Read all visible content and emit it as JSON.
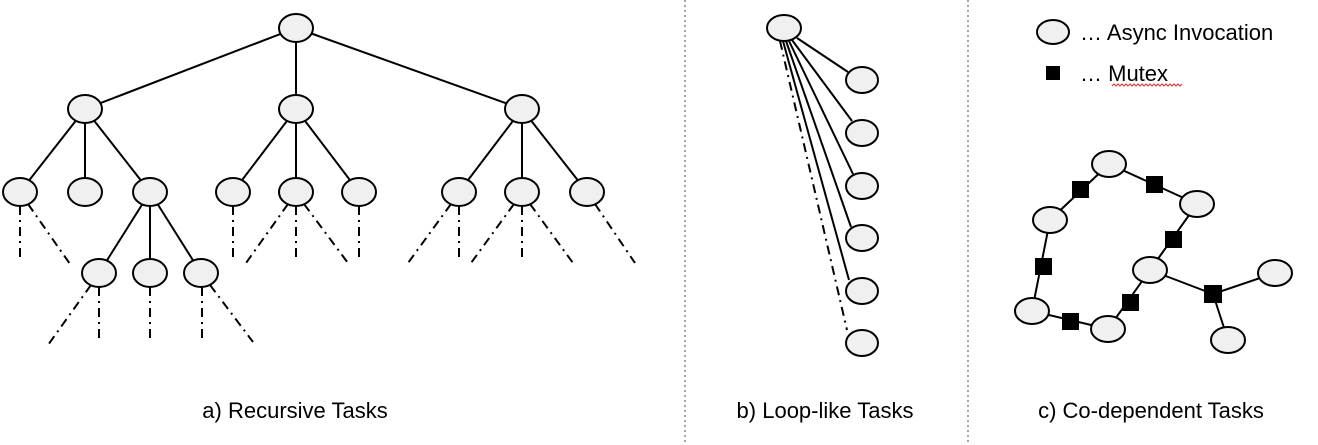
{
  "panels": {
    "a": {
      "caption": "a) Recursive Tasks"
    },
    "b": {
      "caption": "b) Loop-like Tasks"
    },
    "c": {
      "caption": "c) Co-dependent Tasks"
    }
  },
  "legend": {
    "items": [
      {
        "symbol": "ellipse",
        "label": "… Async Invocation"
      },
      {
        "symbol": "filled-square",
        "label": "… Mutex"
      }
    ]
  },
  "colors": {
    "node_fill": "#f0f0f0",
    "stroke": "#000000",
    "divider": "#a6a6a6",
    "spellcheck_underline": "#e03030"
  }
}
